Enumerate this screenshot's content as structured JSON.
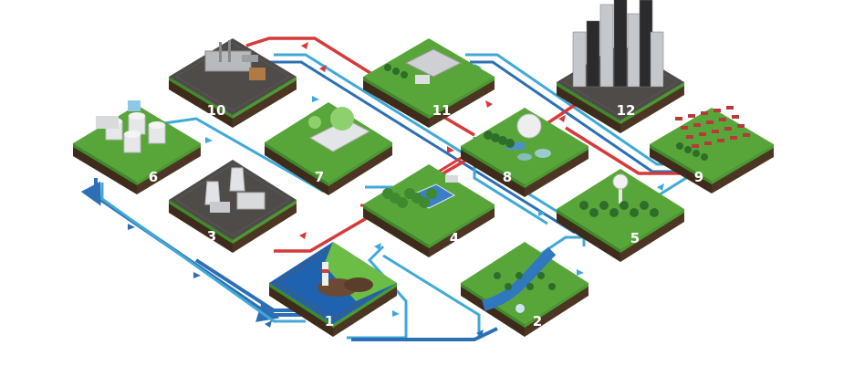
{
  "diagram": {
    "tiles": [
      {
        "id": "1",
        "label": "1",
        "kind": "water-rocks-lighthouse"
      },
      {
        "id": "2",
        "label": "2",
        "kind": "river-wetland"
      },
      {
        "id": "3",
        "label": "3",
        "kind": "power-plant-cooling-towers"
      },
      {
        "id": "4",
        "label": "4",
        "kind": "solar-farm-forest"
      },
      {
        "id": "5",
        "label": "5",
        "kind": "water-tower-forest"
      },
      {
        "id": "6",
        "label": "6",
        "kind": "storage-tanks"
      },
      {
        "id": "7",
        "label": "7",
        "kind": "factory-tanks"
      },
      {
        "id": "8",
        "label": "8",
        "kind": "treatment-plant"
      },
      {
        "id": "9",
        "label": "9",
        "kind": "farmland-houses"
      },
      {
        "id": "10",
        "label": "10",
        "kind": "heavy-industry"
      },
      {
        "id": "11",
        "label": "11",
        "kind": "warehouse"
      },
      {
        "id": "12",
        "label": "12",
        "kind": "city-skyscrapers"
      }
    ],
    "pipe_colors": {
      "cold": "#3fa9d8",
      "cold_dark": "#2d6fb4",
      "hot": "#d63a3a"
    },
    "palette": {
      "grass": "#58a63a",
      "grass_light": "#6cbd45",
      "soil": "#4d3523",
      "asphalt": "#4f4b48",
      "water": "#1f63b0",
      "building": "#d9dadc"
    }
  }
}
